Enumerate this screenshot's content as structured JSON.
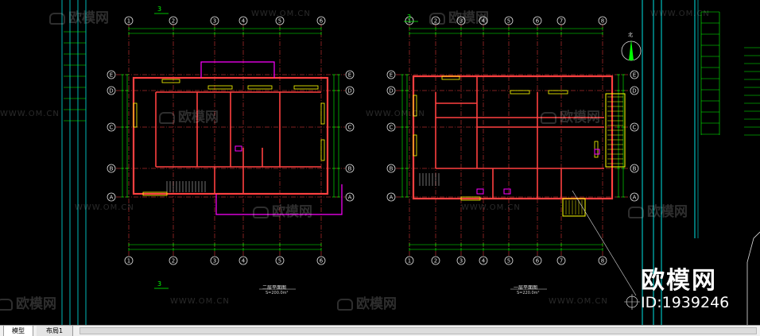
{
  "tabs": [
    {
      "label": "模型",
      "active": true
    },
    {
      "label": "布局1",
      "active": false
    }
  ],
  "drawings": {
    "left": {
      "title": "二层平面图",
      "scale": "S=200.0m²"
    },
    "right": {
      "title": "一层平面图",
      "scale": "S=220.0m²"
    },
    "axes_columns": [
      "1",
      "2",
      "3",
      "4",
      "5",
      "6",
      "7",
      "8"
    ],
    "axes_rows": [
      "A",
      "B",
      "C",
      "D",
      "E"
    ],
    "section_mark": "3",
    "north_label": "北"
  },
  "watermark": {
    "brand": "欧模网",
    "id_text": "ID:1939246",
    "url": "WWW.OM.CN"
  },
  "colors": {
    "background": "#000000",
    "dim_green": "#00ff00",
    "axis_gray": "#e0e0e0",
    "wall_red": "#ff4040",
    "outline_magenta": "#ff00ff",
    "cyan": "#00e5e5",
    "yellow": "#ffff00"
  }
}
